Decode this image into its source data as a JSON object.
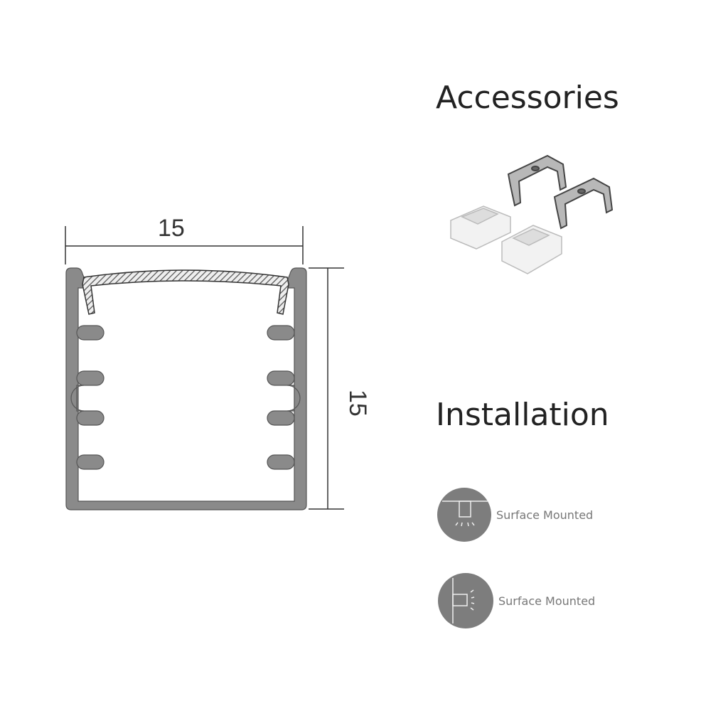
{
  "profile": {
    "width_label": "15",
    "height_label": "15",
    "profile_color": "#8a8a8a"
  },
  "accessories": {
    "title": "Accessories"
  },
  "installation": {
    "title": "Installation",
    "items": [
      {
        "label": "Surface Mounted",
        "icon": "ceiling-mount-icon"
      },
      {
        "label": "Surface Mounted",
        "icon": "wall-mount-icon"
      }
    ],
    "icon_color": "#7d7d7d"
  }
}
